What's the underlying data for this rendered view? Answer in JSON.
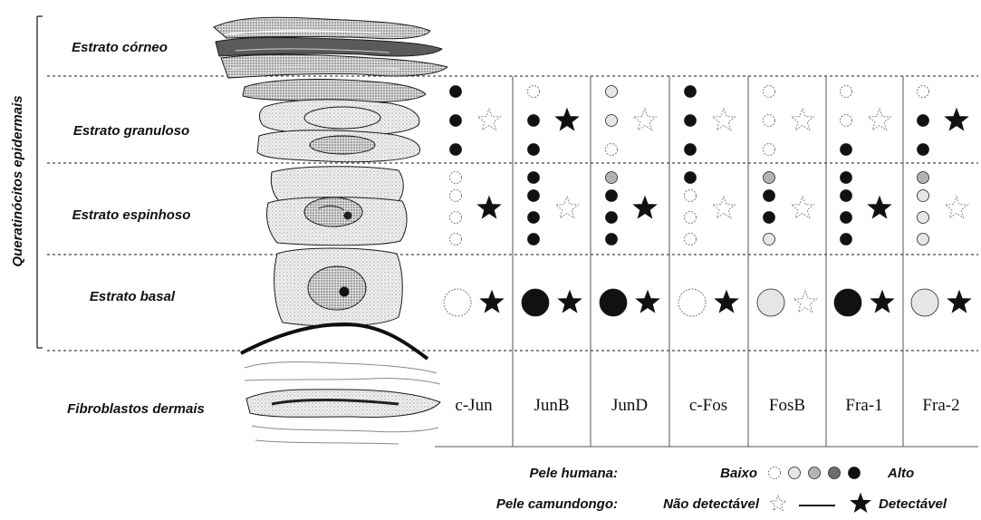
{
  "axis_label": "Queratinócitos epidermais",
  "layers": [
    {
      "id": "corneo",
      "label": "Estrato córneo"
    },
    {
      "id": "granuloso",
      "label": "Estrato granuloso"
    },
    {
      "id": "espinhoso",
      "label": "Estrato espinhoso"
    },
    {
      "id": "basal",
      "label": "Estrato basal"
    },
    {
      "id": "fibro",
      "label": "Fibroblastos dermais"
    }
  ],
  "proteins": [
    {
      "name": "c-Jun",
      "granuloso": {
        "dots": [
          4,
          4,
          4
        ],
        "star": "empty"
      },
      "espinhoso": {
        "dots": [
          0,
          0,
          0,
          0
        ],
        "star": "filled"
      },
      "basal": {
        "dot": 0,
        "star": "filled"
      }
    },
    {
      "name": "JunB",
      "granuloso": {
        "dots": [
          0,
          4,
          4
        ],
        "star": "filled"
      },
      "espinhoso": {
        "dots": [
          4,
          4,
          4,
          4
        ],
        "star": "empty"
      },
      "basal": {
        "dot": 4,
        "star": "filled"
      }
    },
    {
      "name": "JunD",
      "granuloso": {
        "dots": [
          1,
          1,
          0
        ],
        "star": "empty"
      },
      "espinhoso": {
        "dots": [
          2,
          4,
          4,
          4
        ],
        "star": "filled"
      },
      "basal": {
        "dot": 4,
        "star": "filled"
      }
    },
    {
      "name": "c-Fos",
      "granuloso": {
        "dots": [
          4,
          4,
          4
        ],
        "star": "empty"
      },
      "espinhoso": {
        "dots": [
          4,
          0,
          0,
          0
        ],
        "star": "empty"
      },
      "basal": {
        "dot": 0,
        "star": "filled"
      }
    },
    {
      "name": "FosB",
      "granuloso": {
        "dots": [
          0,
          0,
          0
        ],
        "star": "empty"
      },
      "espinhoso": {
        "dots": [
          2,
          4,
          4,
          1
        ],
        "star": "empty"
      },
      "basal": {
        "dot": 1,
        "star": "empty"
      }
    },
    {
      "name": "Fra-1",
      "granuloso": {
        "dots": [
          0,
          0,
          4
        ],
        "star": "empty"
      },
      "espinhoso": {
        "dots": [
          4,
          4,
          4,
          4
        ],
        "star": "filled"
      },
      "basal": {
        "dot": 4,
        "star": "filled"
      }
    },
    {
      "name": "Fra-2",
      "granuloso": {
        "dots": [
          0,
          4,
          4
        ],
        "star": "filled"
      },
      "espinhoso": {
        "dots": [
          2,
          1,
          1,
          1
        ],
        "star": "empty"
      },
      "basal": {
        "dot": 1,
        "star": "filled"
      }
    }
  ],
  "legend": {
    "human_label": "Pele humana:",
    "low": "Baixo",
    "high": "Alto",
    "mouse_label": "Pele camundongo:",
    "not_detected": "Não detectável",
    "detected": "Detectável"
  },
  "colors": {
    "level_fills": [
      "#ffffff",
      "#e6e6e6",
      "#b3b3b3",
      "#6e6e6e",
      "#111111"
    ]
  }
}
